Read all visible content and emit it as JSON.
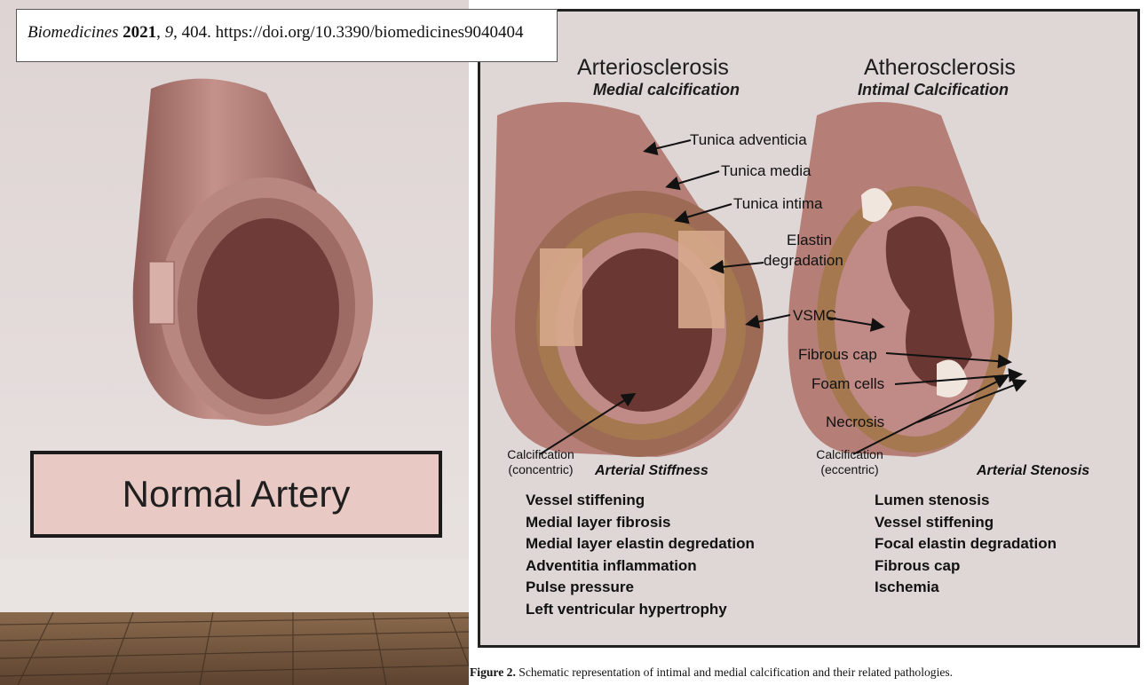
{
  "citation": {
    "journal": "Biomedicines",
    "year": "2021",
    "volume": "9",
    "pages": "404.",
    "doi": "https://doi.org/10.3390/biomedicines9040404"
  },
  "normal_panel": {
    "label": "Normal Artery"
  },
  "figure": {
    "left": {
      "title": "Arteriosclerosis",
      "subtitle": "Medial calcification",
      "outcome": "Arterial Stiffness",
      "calcification": [
        "Calcification",
        "(concentric)"
      ],
      "bullets": [
        "Vessel stiffening",
        "Medial layer fibrosis",
        "Medial layer elastin degredation",
        "Adventitia inflammation",
        "Pulse pressure",
        "Left ventricular hypertrophy"
      ]
    },
    "right": {
      "title": "Atherosclerosis",
      "subtitle": "Intimal Calcification",
      "outcome": "Arterial Stenosis",
      "calcification": [
        "Calcification",
        "(eccentric)"
      ],
      "bullets": [
        "Lumen stenosis",
        "Vessel stiffening",
        "Focal elastin degradation",
        "Fibrous cap",
        "Ischemia"
      ]
    },
    "annotations": {
      "tunica_adventicia": "Tunica adventicia",
      "tunica_media": "Tunica media",
      "tunica_intima": "Tunica intima",
      "elastin_line1": "Elastin",
      "elastin_line2": "degradation",
      "vsmc": "VSMC",
      "fibrous_cap": "Fibrous cap",
      "foam_cells": "Foam cells",
      "necrosis": "Necrosis"
    }
  },
  "caption": {
    "prefix": "Figure 2.",
    "text": "Schematic representation of intimal and medial calcification and their related pathologies."
  }
}
